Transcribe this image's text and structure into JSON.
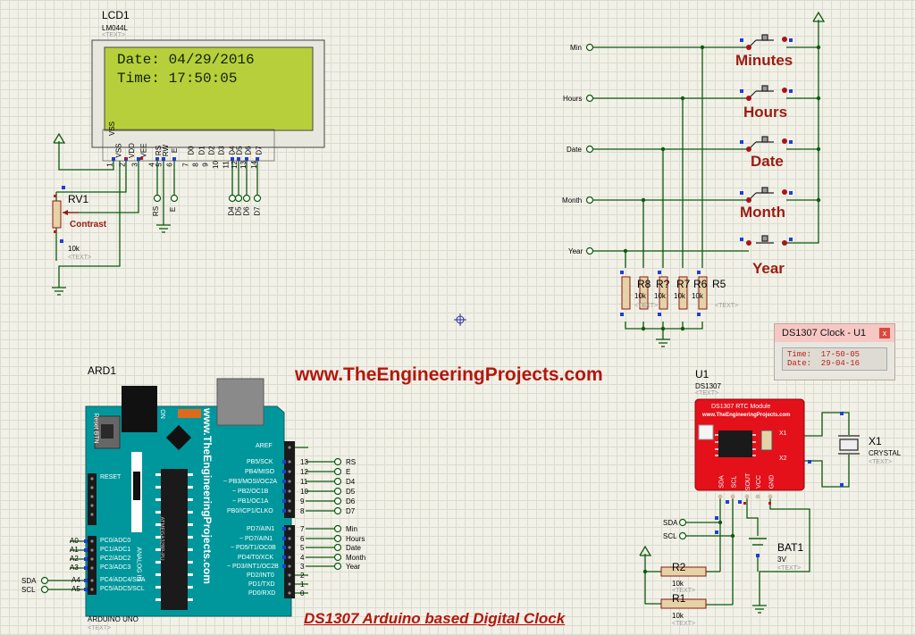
{
  "lcd": {
    "ref": "LCD1",
    "part": "LM044L",
    "text_tag": "<TEXT>",
    "line1": "Date: 04/29/2016",
    "line2": "Time: 17:50:05",
    "pins": [
      "VSS",
      "VDD",
      "VEE",
      "RS",
      "RW",
      "E",
      "D0",
      "D1",
      "D2",
      "D3",
      "D4",
      "D5",
      "D6",
      "D7"
    ],
    "pin_numbers": [
      "1",
      "2",
      "3",
      "4",
      "5",
      "6",
      "7",
      "8",
      "9",
      "10",
      "11",
      "12",
      "13",
      "14"
    ],
    "rs_label": "RS",
    "e_label": "E",
    "data_labels": [
      "D4",
      "D5",
      "D6",
      "D7"
    ]
  },
  "rv1": {
    "ref": "RV1",
    "label": "Contrast",
    "value": "10k",
    "text_tag": "<TEXT>"
  },
  "buttons": [
    {
      "net": "Min",
      "label": "Minutes"
    },
    {
      "net": "Hours",
      "label": "Hours"
    },
    {
      "net": "Date",
      "label": "Date"
    },
    {
      "net": "Month",
      "label": "Month"
    },
    {
      "net": "Year",
      "label": "Year"
    }
  ],
  "resistors": {
    "refs": [
      "R8",
      "R?",
      "R7",
      "R6",
      "R5"
    ],
    "value": "10k",
    "text_tag": "<TEXT>"
  },
  "popup": {
    "title": "DS1307 Clock - U1",
    "close": "x",
    "time_line": "Time:  17-50-05",
    "date_line": "Date:  29-04-16"
  },
  "website": "www.TheEngineeringProjects.com",
  "caption": "DS1307 Arduino based Digital Clock",
  "ard": {
    "ref": "ARD1",
    "part": "ARDUINO UNO",
    "text_tag": "<TEXT>",
    "reset_btn": "Reset BTN",
    "on": "ON",
    "reset": "RESET",
    "analog_in": "ANALOG IN",
    "aref": "AREF",
    "site_vertical": "www.TheEngineeringProjects.com",
    "chip_label": "ATMEGA328P-PU",
    "left_pins": [
      "PC0/ADC0",
      "PC1/ADC1",
      "PC2/ADC2",
      "PC3/ADC3",
      "PC4/ADC4/SDA",
      "PC5/ADC5/SCL"
    ],
    "analog_pins": [
      "A0",
      "A1",
      "A2",
      "A3",
      "A4",
      "A5"
    ],
    "sda": "SDA",
    "scl": "SCL",
    "right_pins_top": [
      "PB5/SCK",
      "PB4/MISO",
      "~ PB3/MOSI/OC2A",
      "~ PB2/OC1B",
      "~ PB1/OC1A",
      "PB0/ICP1/CLKO"
    ],
    "right_nums_top": [
      "13",
      "12",
      "11",
      "10",
      "9",
      "8"
    ],
    "right_nets_top": [
      "RS",
      "E",
      "D4",
      "D5",
      "D6",
      "D7"
    ],
    "right_pins_bot": [
      "PD7/AIN1",
      "~ PD7/AIN1",
      "~ PD5/T1/OC0B",
      "PD4/T0/XCK",
      "~ PD3/INT1/OC2B",
      "PD2/INT0",
      "PD1/TXD",
      "PD0/RXD"
    ],
    "right_nums_bot": [
      "7",
      "6",
      "5",
      "4",
      "3",
      "2",
      "1",
      "0"
    ],
    "right_nets_bot": [
      "Min",
      "Hours",
      "Date",
      "Month",
      "Year"
    ]
  },
  "u1": {
    "ref": "U1",
    "part": "DS1307",
    "text_tag": "<TEXT>",
    "title": "DS1307 RTC Module",
    "site": "www.TheEngineeringProjects.com",
    "x1": "X1",
    "x2": "X2",
    "pins": [
      "SDA",
      "SCL",
      "SOUT",
      "VCC",
      "GND"
    ]
  },
  "crystal": {
    "ref": "X1",
    "part": "CRYSTAL",
    "text_tag": "<TEXT>"
  },
  "bat": {
    "ref": "BAT1",
    "value": "3V",
    "text_tag": "<TEXT>"
  },
  "r2": {
    "ref": "R2",
    "value": "10k",
    "text_tag": "<TEXT>"
  },
  "r1": {
    "ref": "R1",
    "value": "10k",
    "text_tag": "<TEXT>"
  },
  "i2c_labels": {
    "sda": "SDA",
    "scl": "SCL"
  },
  "colors": {
    "wire": "#0d5a0d",
    "accent": "#b3170d",
    "arduino": "#00979c",
    "module": "#e4101a",
    "lcd": "#b7cf3a"
  }
}
